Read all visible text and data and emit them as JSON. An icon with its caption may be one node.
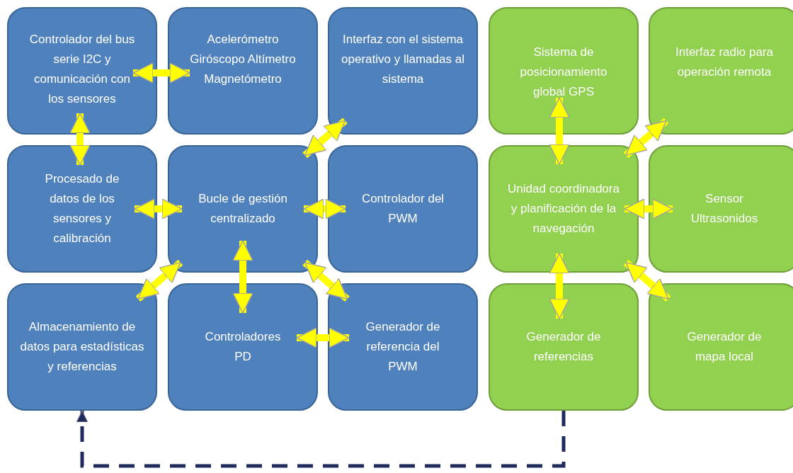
{
  "diagram": {
    "nodes": [
      {
        "text": [
          "Controlador del bus serie I2C y comunicación con los sensores"
        ]
      },
      {
        "text": [
          "Acelerómetro Giróscopo Altímetro Magnetómetro"
        ]
      },
      {
        "text": [
          "Interfaz con el sistema operativo y llamadas al sistema"
        ]
      },
      {
        "text": [
          "Procesado de datos de los sensores y calibración"
        ]
      },
      {
        "text": [
          "Bucle de gestión centralizado"
        ]
      },
      {
        "text": [
          "Controlador del PWM"
        ]
      },
      {
        "text": [
          "Almacenamiento de datos para estadísticas y referencias"
        ]
      },
      {
        "text": [
          "Controladores PD"
        ]
      },
      {
        "text": [
          "Generador de referencia del PWM"
        ]
      },
      {
        "text": [
          "Sistema de posicionamiento global GPS"
        ]
      },
      {
        "text": [
          "Interfaz radio para operación remota"
        ]
      },
      {
        "text": [
          "Unidad coordinadora y planificación de la navegación"
        ]
      },
      {
        "text": [
          "Sensor Ultrasonidos"
        ]
      },
      {
        "text": [
          "Generador de referencias"
        ]
      },
      {
        "text": [
          "Generador de mapa local"
        ]
      }
    ],
    "edges": [
      {
        "from": 0,
        "to": 1,
        "arrow": "both"
      },
      {
        "from": 0,
        "to": 3,
        "arrow": "both"
      },
      {
        "from": 2,
        "to": 4,
        "arrow": "both"
      },
      {
        "from": 3,
        "to": 4,
        "arrow": "both"
      },
      {
        "from": 4,
        "to": 5,
        "arrow": "both"
      },
      {
        "from": 4,
        "to": 6,
        "arrow": "both"
      },
      {
        "from": 4,
        "to": 7,
        "arrow": "both"
      },
      {
        "from": 4,
        "to": 8,
        "arrow": "both"
      },
      {
        "from": 7,
        "to": 8,
        "arrow": "both"
      },
      {
        "from": 9,
        "to": 11,
        "arrow": "both"
      },
      {
        "from": 10,
        "to": 11,
        "arrow": "both"
      },
      {
        "from": 11,
        "to": 12,
        "arrow": "both"
      },
      {
        "from": 11,
        "to": 13,
        "arrow": "both"
      },
      {
        "from": 11,
        "to": 14,
        "arrow": "both"
      },
      {
        "from": 13,
        "to": 6,
        "arrow": "to",
        "style": "dashed",
        "color": "#1f2a5e"
      }
    ]
  }
}
